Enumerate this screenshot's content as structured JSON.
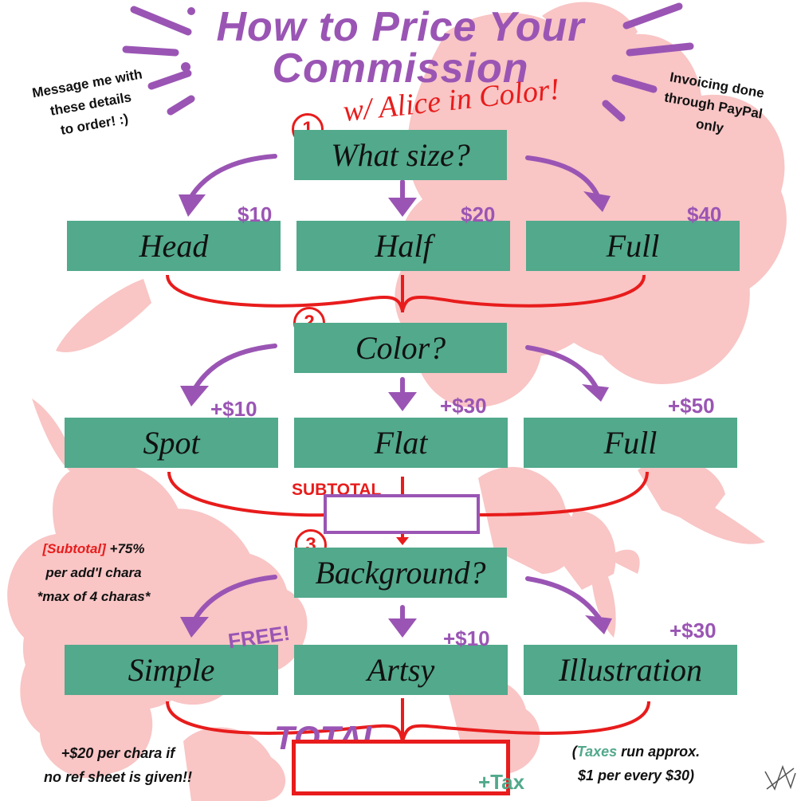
{
  "title": {
    "line1": "How to Price Your",
    "line2": "Commission",
    "subtitle": "w/ Alice in Color!"
  },
  "notes": {
    "left": [
      "Message me with",
      "these details",
      "to order! :)"
    ],
    "right": [
      "Invoicing done",
      "through PayPal",
      "only"
    ]
  },
  "steps": [
    {
      "number": "1",
      "question": "What size?",
      "options": [
        {
          "label": "Head",
          "price": "$10"
        },
        {
          "label": "Half",
          "price": "$20"
        },
        {
          "label": "Full",
          "price": "$40"
        }
      ]
    },
    {
      "number": "2",
      "question": "Color?",
      "options": [
        {
          "label": "Spot",
          "price": "+$10"
        },
        {
          "label": "Flat",
          "price": "+$30"
        },
        {
          "label": "Full",
          "price": "+$50"
        }
      ]
    },
    {
      "number": "3",
      "question": "Background?",
      "options": [
        {
          "label": "Simple",
          "price": "FREE!"
        },
        {
          "label": "Artsy",
          "price": "+$10"
        },
        {
          "label": "Illustration",
          "price": "+$30"
        }
      ]
    }
  ],
  "subtotal": {
    "label": "SUBTOTAL"
  },
  "total": {
    "label": "TOTAL",
    "tax": "+Tax"
  },
  "extra_chara": {
    "prefix": "[Subtotal]",
    "rest": "+75%",
    "line2": "per add'l chara",
    "line3": "*max of 4 charas*"
  },
  "ref_sheet": [
    "+$20 per chara if",
    "no ref sheet is given!!"
  ],
  "tax_note": {
    "open": "(",
    "taxes": "Taxes",
    "line1_rest": " run approx.",
    "line2": "$1 per every $30)"
  },
  "colors": {
    "purple": "#9a55b4",
    "green": "#52a98c",
    "red": "#e81c1c",
    "pink": "#f9c5c5"
  }
}
